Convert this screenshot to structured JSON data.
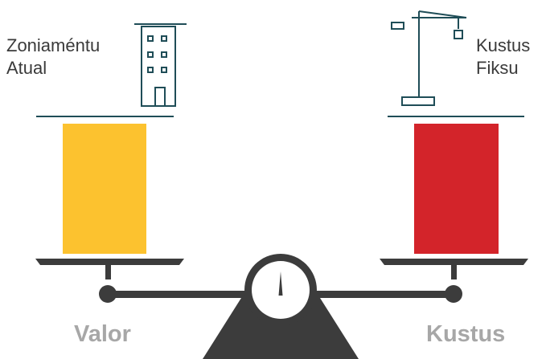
{
  "left": {
    "label_line1": "Zoniaméntu",
    "label_line2": "Atual",
    "bottom_label": "Valor",
    "bar_color": "#FCC22F",
    "icon": "building-icon"
  },
  "right": {
    "label_line1": "Kustus",
    "label_line2": "Fiksu",
    "bottom_label": "Kustus",
    "bar_color": "#D3242A",
    "icon": "crane-icon"
  },
  "colors": {
    "icon_stroke": "#1F4D57",
    "scale": "#3C3C3C",
    "label_text": "#3A3A3A",
    "bottom_text": "#A7A7A7"
  }
}
